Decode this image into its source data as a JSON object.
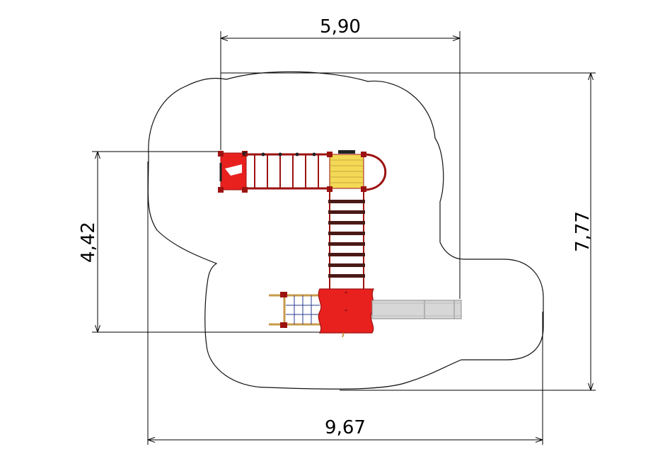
{
  "dimensions": {
    "top_width": "5,90",
    "left_height": "4,42",
    "right_height": "7,77",
    "bottom_width": "9,67"
  },
  "colors": {
    "deck_red": "#e8211f",
    "deck_dark": "#9b1210",
    "roof_yellow": "#f3d955",
    "bridge_brown": "#4a1a16",
    "slide_gray": "#d7d7d7",
    "ladder_tan": "#c89b4a",
    "net_blue": "#2a3a8c"
  },
  "icons": [
    "playground-structure-plan",
    "dimension-arrow"
  ]
}
